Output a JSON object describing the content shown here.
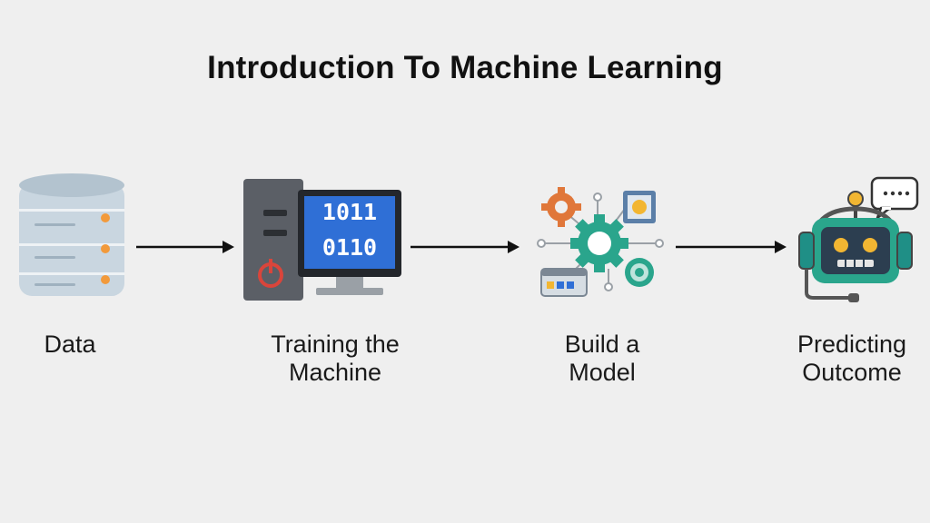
{
  "title": "Introduction To Machine Learning",
  "steps": [
    {
      "label_lines": [
        "Data"
      ],
      "icon": "database-icon"
    },
    {
      "label_lines": [
        "Training the",
        "Machine"
      ],
      "icon": "computer-icon",
      "screen_lines": [
        "1011",
        "0110"
      ]
    },
    {
      "label_lines": [
        "Build a",
        "Model"
      ],
      "icon": "model-building-icon"
    },
    {
      "label_lines": [
        "Predicting",
        "Outcome"
      ],
      "icon": "robot-icon"
    }
  ],
  "colors": {
    "background": "#efefef",
    "database": "#c9d6e0",
    "database_dot": "#f29a3b",
    "monitor_blue": "#2f6fd6",
    "tower_gray": "#5b5f66",
    "power_red": "#d9453b",
    "gear_teal": "#2aa58c",
    "robot_teal": "#1f8f86"
  }
}
